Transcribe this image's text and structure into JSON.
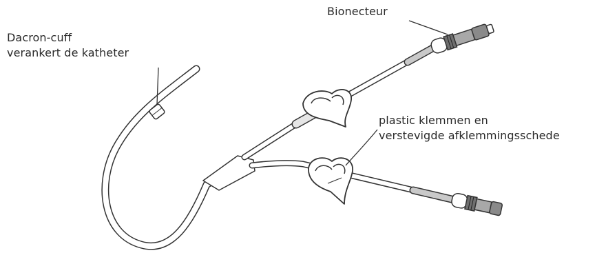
{
  "labels": {
    "bionecteur": "Bionecteur",
    "cuff_line1": "Dacron-cuff",
    "cuff_line2": "verankert de katheter",
    "clamp_line1": "plastic klemmen en",
    "clamp_line2": "verstevigde afklemmingsschede"
  },
  "colors": {
    "outline": "#333333",
    "sheath": "#c9c9c9",
    "connector": "#9a9a9a"
  }
}
